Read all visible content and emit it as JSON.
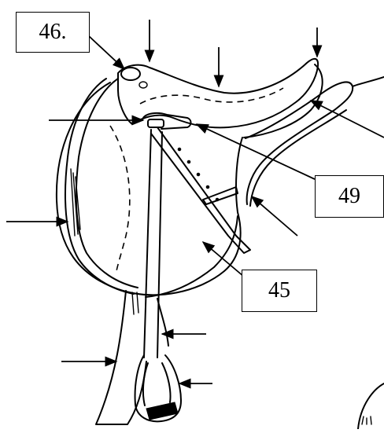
{
  "labels": {
    "box_46": "46.",
    "box_49": "49",
    "box_45": "45"
  },
  "colors": {
    "ink": "#000000",
    "paper": "#ffffff"
  }
}
